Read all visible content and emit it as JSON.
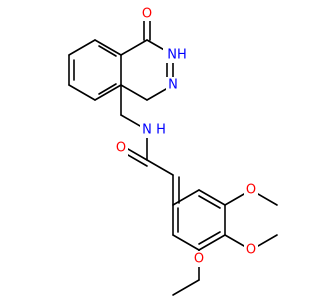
{
  "structure": {
    "atoms": [
      {
        "id": "o-ketone",
        "label": "O",
        "color": "#ff0000"
      },
      {
        "id": "nh-ring",
        "label": "NH",
        "color": "#0000ff"
      },
      {
        "id": "n-ring",
        "label": "N",
        "color": "#0000ff"
      },
      {
        "id": "n-amide",
        "label": "N",
        "color": "#0000ff"
      },
      {
        "id": "h-amide",
        "label": "H",
        "color": "#0000ff"
      },
      {
        "id": "o-amide",
        "label": "O",
        "color": "#ff0000"
      },
      {
        "id": "o-methoxy-top",
        "label": "O",
        "color": "#ff0000"
      },
      {
        "id": "o-methoxy-mid",
        "label": "O",
        "color": "#ff0000"
      },
      {
        "id": "o-methoxy-bottom",
        "label": "O",
        "color": "#ff0000"
      }
    ]
  }
}
